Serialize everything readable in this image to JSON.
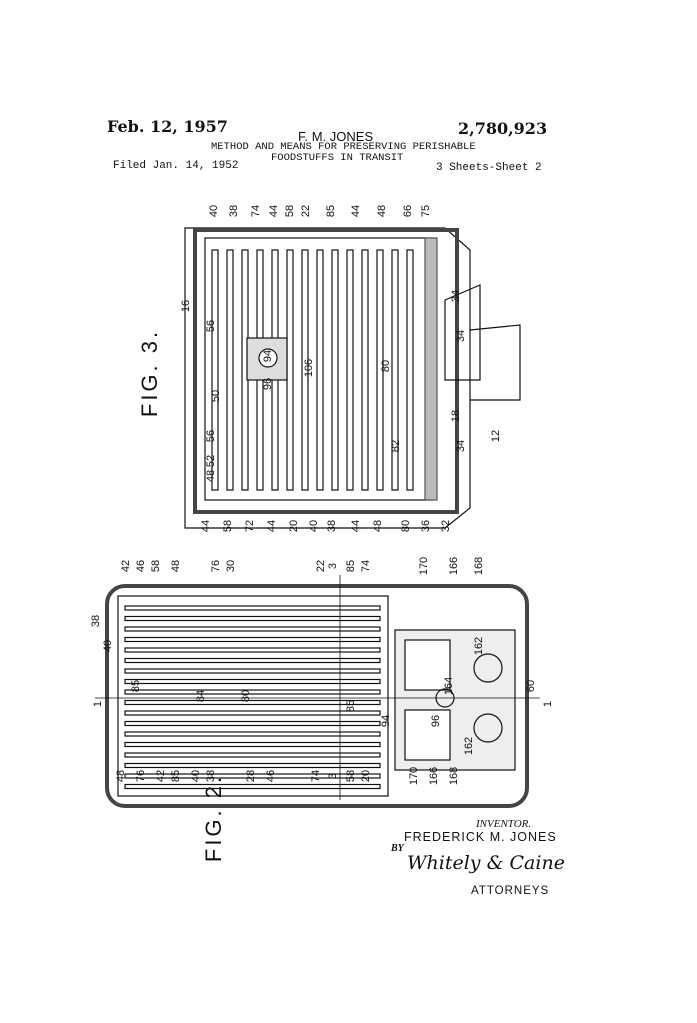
{
  "header": {
    "date": "Feb. 12, 1957",
    "inventor": "F. M. JONES",
    "patent_number": "2,780,923",
    "title_line1": "METHOD AND MEANS FOR PRESERVING PERISHABLE",
    "title_line2": "FOODSTUFFS IN TRANSIT",
    "filed": "Filed Jan. 14, 1952",
    "sheets": "3 Sheets-Sheet 2"
  },
  "fig3": {
    "label": "FIG. 3.",
    "numerals": [
      "40",
      "38",
      "74",
      "44",
      "58",
      "22",
      "85",
      "44",
      "48",
      "66",
      "75",
      "44",
      "58",
      "72",
      "44",
      "20",
      "40",
      "38",
      "44",
      "48",
      "80",
      "36",
      "32",
      "16",
      "56",
      "50",
      "56",
      "52",
      "48",
      "94",
      "96",
      "106",
      "80",
      "82",
      "34",
      "34",
      "34",
      "18",
      "12"
    ]
  },
  "fig2": {
    "label": "FIG. 2.",
    "numerals": [
      "38",
      "40",
      "42",
      "46",
      "58",
      "48",
      "76",
      "30",
      "22",
      "3",
      "85",
      "74",
      "170",
      "166",
      "168",
      "48",
      "76",
      "42",
      "85",
      "40",
      "38",
      "28",
      "46",
      "74",
      "3",
      "58",
      "20",
      "170",
      "166",
      "168",
      "85",
      "84",
      "80",
      "85",
      "94",
      "96",
      "164",
      "162",
      "162",
      "60",
      "1",
      "1"
    ]
  },
  "signature": {
    "inventor_label": "INVENTOR.",
    "inventor_name": "FREDERICK M. JONES",
    "by": "BY",
    "signature": "Whitely & Caine",
    "attorneys": "ATTORNEYS"
  }
}
